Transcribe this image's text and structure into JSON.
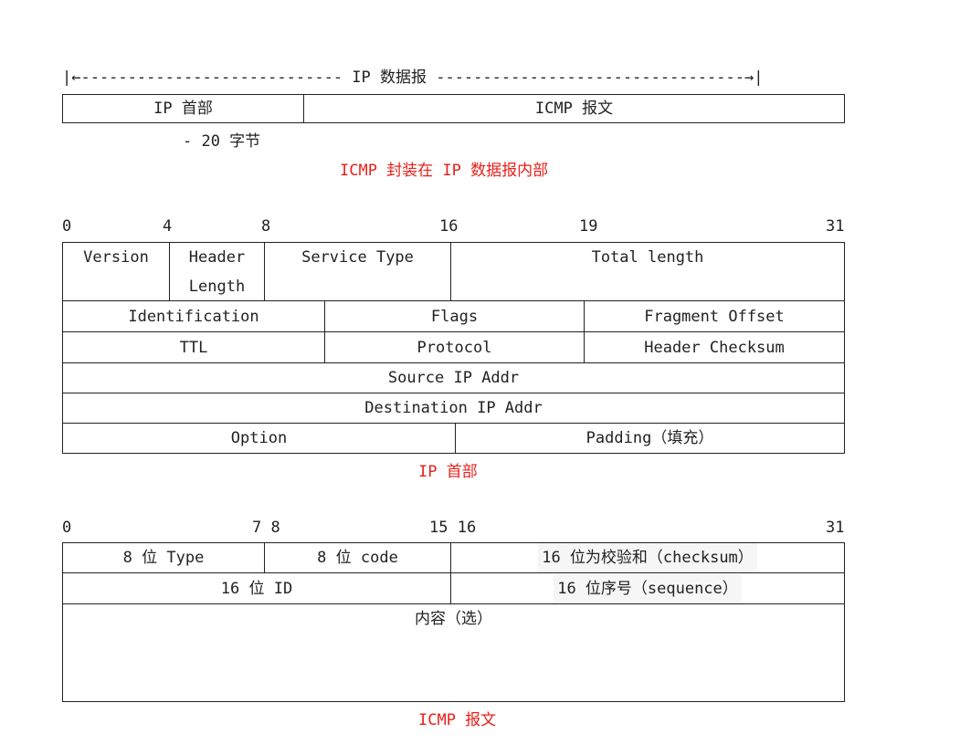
{
  "overview": {
    "arrow_text": "|←---------------------------- IP 数据报 ---------------------------------→|",
    "cells": [
      "IP 首部",
      "ICMP 报文"
    ],
    "note": "-  20 字节",
    "caption": "ICMP 封装在 IP 数据报内部"
  },
  "ip_header": {
    "bits": [
      "0",
      "4",
      "8",
      "16",
      "19",
      "31"
    ],
    "version": "Version",
    "header_length_1": "Header",
    "header_length_2": "Length",
    "service_type": "Service Type",
    "total_length": "Total length",
    "identification": "Identification",
    "flags": "Flags",
    "fragment_offset": "Fragment Offset",
    "ttl": "TTL",
    "protocol": "Protocol",
    "header_checksum": "Header Checksum",
    "source_ip": "Source IP  Addr",
    "destination_ip": "Destination IP Addr",
    "option": "Option",
    "padding": "Padding（填充）",
    "caption": "IP 首部"
  },
  "icmp_message": {
    "bits": [
      "0",
      "7 8",
      "15 16",
      "31"
    ],
    "type": "8 位 Type",
    "code": "8 位 code",
    "checksum": "16 位为校验和（checksum）",
    "id": "16 位 ID",
    "sequence": "16 位序号（sequence）",
    "content": "内容（选）",
    "caption": "ICMP 报文"
  }
}
